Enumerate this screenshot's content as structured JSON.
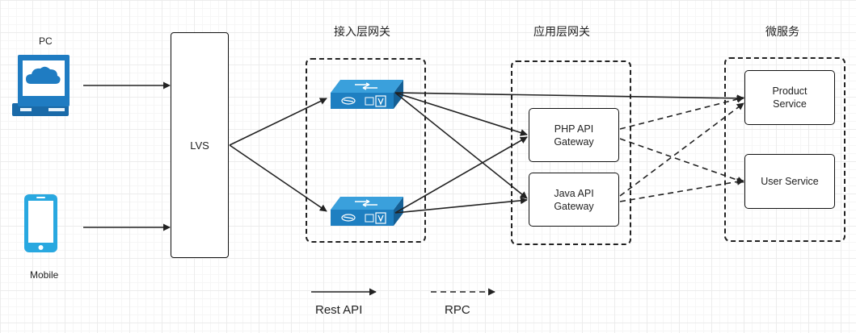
{
  "clients": {
    "pc_label": "PC",
    "mobile_label": "Mobile"
  },
  "lvs": {
    "label": "LVS"
  },
  "groups": {
    "access_gateway_title": "接入层网关",
    "app_gateway_title": "应用层网关",
    "microservices_title": "微服务"
  },
  "gateways": {
    "php": [
      "PHP API",
      "Gateway"
    ],
    "java": [
      "Java API",
      "Gateway"
    ]
  },
  "services": {
    "product": [
      "Product",
      "Service"
    ],
    "user": "User Service"
  },
  "legend": {
    "rest": "Rest API",
    "rpc": "RPC"
  },
  "icons": {
    "pc": "desktop-computer-icon",
    "mobile": "smartphone-icon",
    "switch": "network-switch-icon"
  },
  "colors": {
    "switch_blue": "#1e7fc1",
    "mobile_blue": "#29a8e0",
    "pc_blue": "#1f7cc2",
    "line": "#222222"
  }
}
